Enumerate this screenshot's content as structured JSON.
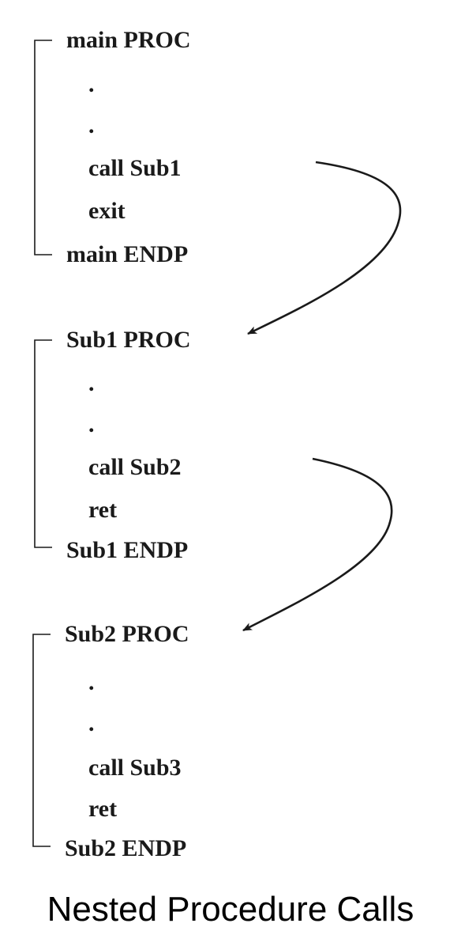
{
  "procedures": [
    {
      "header": "main PROC",
      "lines": [
        ".",
        ".",
        "call Sub1",
        "exit"
      ],
      "footer": "main ENDP"
    },
    {
      "header": "Sub1 PROC",
      "lines": [
        ".",
        ".",
        "call Sub2",
        "ret"
      ],
      "footer": "Sub1 ENDP"
    },
    {
      "header": "Sub2 PROC",
      "lines": [
        ".",
        ".",
        "call Sub3",
        "ret"
      ],
      "footer": "Sub2 ENDP"
    }
  ],
  "caption": "Nested Procedure Calls"
}
